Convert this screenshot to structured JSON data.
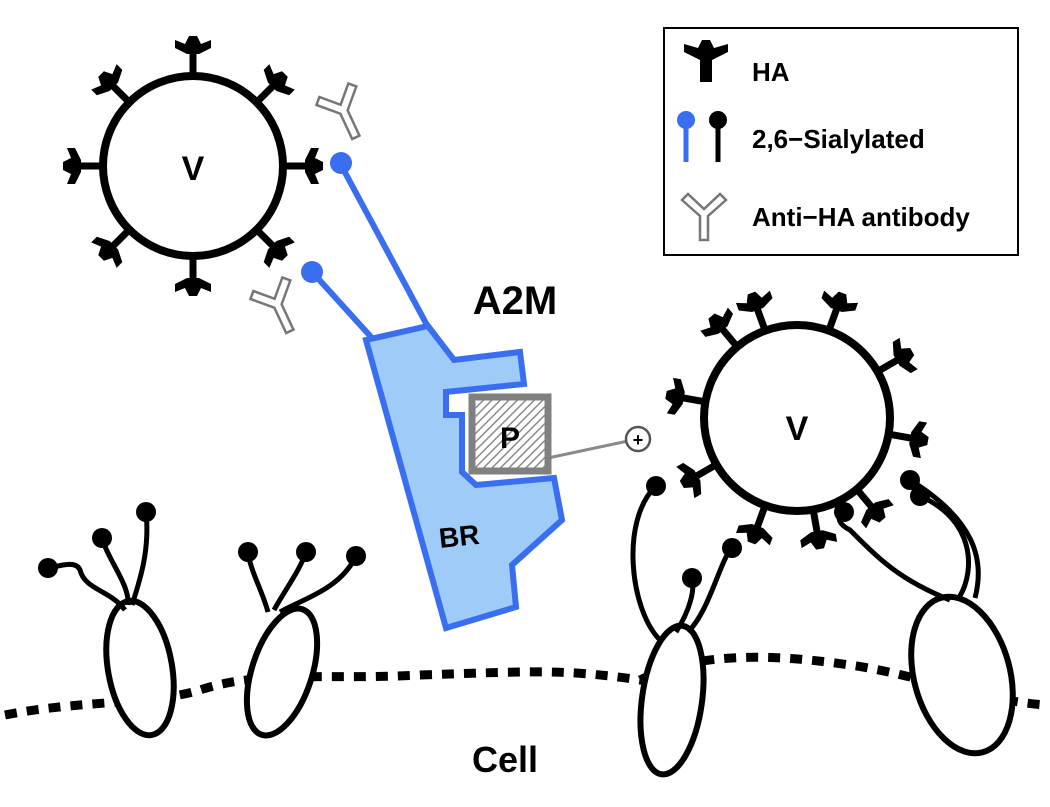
{
  "labels": {
    "virus_left": "V",
    "virus_right": "V",
    "a2m": "A2M",
    "protease": "P",
    "binding_region": "BR",
    "cell": "Cell",
    "plus_sign": "+"
  },
  "legend": {
    "items": [
      {
        "label": "HA",
        "icon": "ha-icon"
      },
      {
        "label": "2,6−Sialylated",
        "icon": "sialylated-icon"
      },
      {
        "label": "Anti−HA antibody",
        "icon": "antibody-icon"
      }
    ]
  },
  "colors": {
    "sialic_blue": "#3a6ef0",
    "a2m_fill": "#9ecbf7",
    "a2m_stroke": "#3a6ef0",
    "protease_grey": "#808080",
    "outline_black": "#000000"
  }
}
